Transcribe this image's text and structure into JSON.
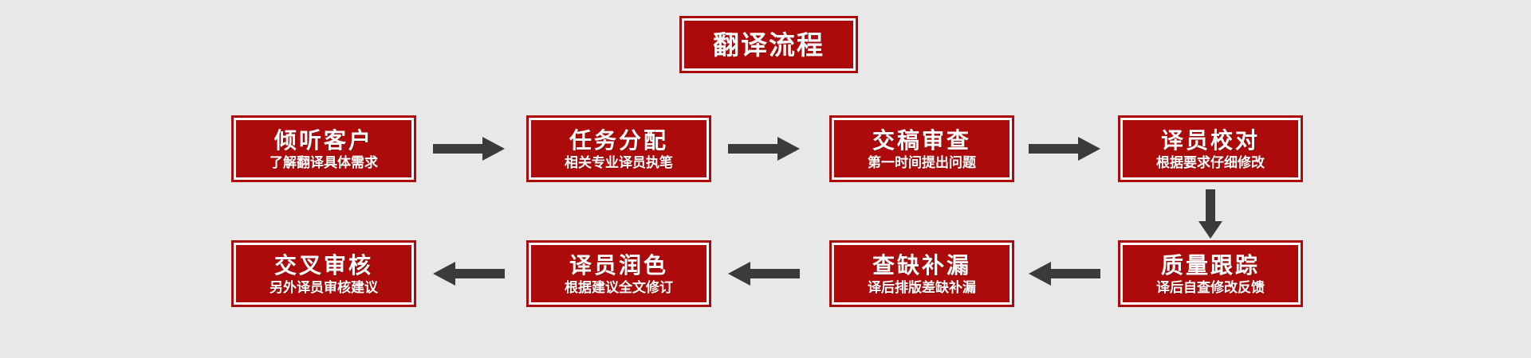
{
  "colors": {
    "background": "#e8e8e8",
    "box_fill": "#ad0b0b",
    "box_border": "#ad0b0b",
    "inner_border": "#ffffff",
    "text": "#ffffff",
    "arrow": "#3b3b3b"
  },
  "title": {
    "text": "翻译流程"
  },
  "rows": [
    {
      "direction": "left-to-right",
      "steps": [
        {
          "title": "倾听客户",
          "subtitle": "了解翻译具体需求"
        },
        {
          "title": "任务分配",
          "subtitle": "相关专业译员执笔"
        },
        {
          "title": "交稿审查",
          "subtitle": "第一时间提出问题"
        },
        {
          "title": "译员校对",
          "subtitle": "根据要求仔细修改"
        }
      ]
    },
    {
      "direction": "right-to-left",
      "steps": [
        {
          "title": "交叉审核",
          "subtitle": "另外译员审核建议"
        },
        {
          "title": "译员润色",
          "subtitle": "根据建议全文修订"
        },
        {
          "title": "查缺补漏",
          "subtitle": "译后排版差缺补漏"
        },
        {
          "title": "质量跟踪",
          "subtitle": "译后自查修改反馈"
        }
      ]
    }
  ],
  "arrows": [
    {
      "name": "arrow-right-1",
      "direction": "right"
    },
    {
      "name": "arrow-right-2",
      "direction": "right"
    },
    {
      "name": "arrow-right-3",
      "direction": "right"
    },
    {
      "name": "arrow-down-1",
      "direction": "down"
    },
    {
      "name": "arrow-left-1",
      "direction": "left"
    },
    {
      "name": "arrow-left-2",
      "direction": "left"
    },
    {
      "name": "arrow-left-3",
      "direction": "left"
    }
  ]
}
